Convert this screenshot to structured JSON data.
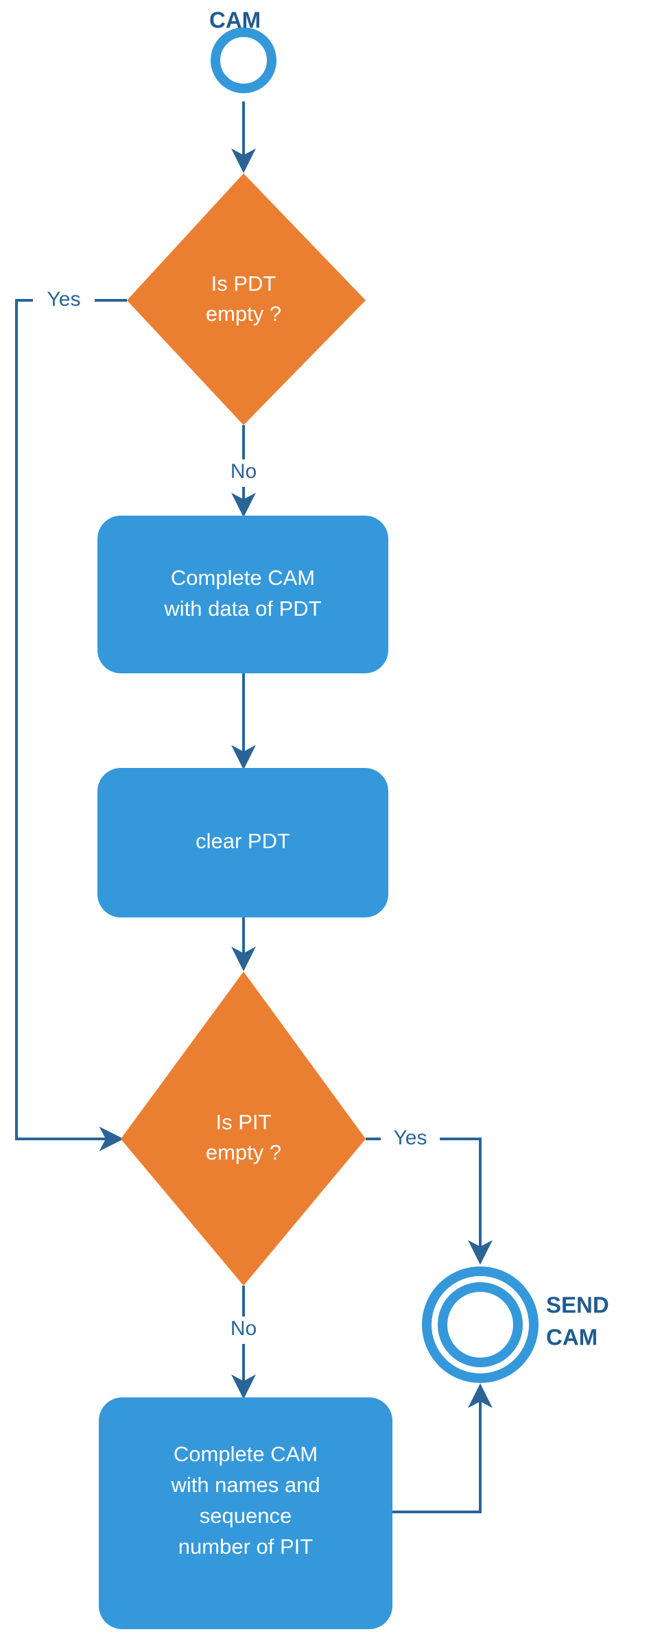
{
  "diagram": {
    "title": "CAM generation flowchart",
    "colors": {
      "process_fill": "#3498db",
      "decision_fill": "#ea7f32",
      "edge_stroke": "#2a6496",
      "label_text": "#2a6496",
      "terminal_text": "#1f5b8f",
      "node_text": "#ffffff",
      "background": "#ffffff"
    },
    "nodes": {
      "start": {
        "type": "start-event",
        "label": "CAM"
      },
      "decision_pdt": {
        "type": "decision",
        "line1": "Is PDT",
        "line2": "empty ?"
      },
      "process_complete_pdt": {
        "type": "process",
        "line1": "Complete CAM",
        "line2": "with data of PDT"
      },
      "process_clear_pdt": {
        "type": "process",
        "line1": "clear PDT"
      },
      "decision_pit": {
        "type": "decision",
        "line1": "Is PIT",
        "line2": "empty ?"
      },
      "process_complete_pit": {
        "type": "process",
        "line1": "Complete CAM",
        "line2": "with names and",
        "line3": "sequence",
        "line4": "number of PIT"
      },
      "end": {
        "type": "end-event",
        "label_line1": "SEND",
        "label_line2": "CAM"
      }
    },
    "edges": {
      "pdt_yes": "Yes",
      "pdt_no": "No",
      "pit_yes": "Yes",
      "pit_no": "No"
    }
  }
}
